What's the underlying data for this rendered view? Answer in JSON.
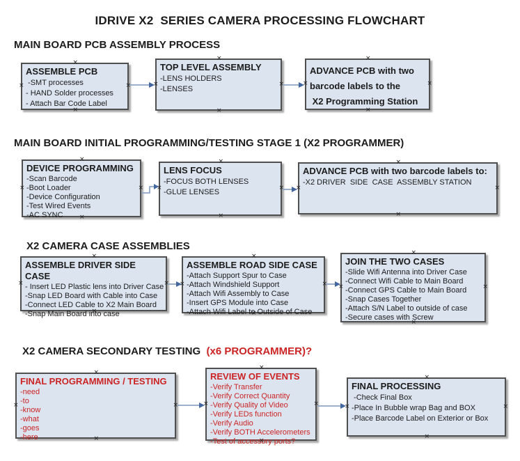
{
  "title": "IDRIVE X2  SERIES CAMERA PROCESSING FLOWCHART",
  "colors": {
    "text": "#1c1c1c",
    "red": "#cc2424",
    "box_fill": "#dce4f0",
    "box_border": "#4f4f4f",
    "shadow": "#a9a9a9",
    "arrow_line": "#8ea4c4",
    "arrow_head": "#4467a0"
  },
  "sections": [
    {
      "heading": "MAIN BOARD PCB ASSEMBLY PROCESS",
      "boxes": [
        {
          "title": "ASSEMBLE PCB",
          "items": [
            " -SMT processes",
            "- HAND Solder processes",
            "- Attach Bar Code Label"
          ]
        },
        {
          "title": "TOP LEVEL ASSEMBLY",
          "items": [
            "-LENS HOLDERS",
            "-LENSES"
          ]
        },
        {
          "title": "ADVANCE PCB with two barcode labels to the\n X2 Programming Station",
          "items": []
        }
      ]
    },
    {
      "heading": "MAIN BOARD INITIAL PROGRAMMING/TESTING STAGE 1 (X2 PROGRAMMER)",
      "boxes": [
        {
          "title": "DEVICE PROGRAMMING",
          "items": [
            "-Scan Barcode",
            "-Boot Loader",
            "-Device Configuration",
            "-Test Wired Events",
            "-AC SYNC"
          ]
        },
        {
          "title": "LENS FOCUS",
          "items": [
            "-FOCUS BOTH LENSES",
            "-GLUE LENSES"
          ]
        },
        {
          "title": "ADVANCE PCB with two barcode labels to:",
          "items": [
            "-X2 DRIVER  SIDE  CASE  ASSEMBLY STATION"
          ]
        }
      ]
    },
    {
      "heading": "X2 CAMERA CASE ASSEMBLIES",
      "boxes": [
        {
          "title": "ASSEMBLE DRIVER SIDE CASE",
          "items": [
            "- Insert LED Plastic lens into Driver Case",
            "-Snap LED Board with Cable into Case",
            "-Connect LED Cable to X2 Main Board",
            "-Snap Main Board into case"
          ]
        },
        {
          "title": "ASSEMBLE ROAD SIDE CASE",
          "items": [
            "-Attach Support Spur to Case",
            "-Attach Windshield Support",
            "-Attach Wifi Assembly to Case",
            "-Insert GPS Module into Case",
            "-Attach Wifi Label to Outside of Case"
          ]
        },
        {
          "title": "JOIN THE TWO CASES",
          "items": [
            "-Slide Wifi Antenna into Driver Case",
            "-Connect Wifi Cable to Main Board",
            "-Connect GPS Cable to Main Board",
            "-Snap Cases Together",
            "-Attach S/N Label to outside of case",
            "-Secure cases with Screw"
          ]
        }
      ]
    },
    {
      "heading": "X2 CAMERA SECONDARY TESTING",
      "heading_suffix": "  (x6 PROGRAMMER)?",
      "boxes": [
        {
          "title": "FINAL PROGRAMMING / TESTING",
          "items": [
            "-need",
            "-to",
            "-know",
            "-what",
            "-goes",
            "-here"
          ]
        },
        {
          "title": "REVIEW OF EVENTS",
          "items": [
            "-Verify Transfer",
            "-Verify Correct Quantity",
            "-Verify Quality of Video",
            "-Verify LEDs function",
            "-Verify Audio",
            "-Verify BOTH Accelerometers",
            "-Test of accessory ports?"
          ]
        },
        {
          "title": "FINAL PROCESSING",
          "items": [
            " -Check Final Box",
            "-Place In Bubble wrap Bag and BOX",
            "-Place Barcode Label on Exterior or Box"
          ]
        }
      ]
    }
  ],
  "connections": [
    {
      "from": "ASSEMBLE PCB",
      "to": "TOP LEVEL ASSEMBLY"
    },
    {
      "from": "TOP LEVEL ASSEMBLY",
      "to": "ADVANCE PCB with two barcode labels to the X2 Programming Station"
    },
    {
      "from": "DEVICE PROGRAMMING",
      "to": "LENS FOCUS"
    },
    {
      "from": "LENS FOCUS",
      "to": "ADVANCE PCB with two barcode labels to:"
    },
    {
      "from": "ASSEMBLE DRIVER SIDE CASE",
      "to": "ASSEMBLE ROAD SIDE CASE"
    },
    {
      "from": "ASSEMBLE ROAD SIDE CASE",
      "to": "JOIN THE TWO CASES"
    },
    {
      "from": "FINAL PROGRAMMING / TESTING",
      "to": "REVIEW OF EVENTS"
    },
    {
      "from": "REVIEW OF EVENTS",
      "to": "FINAL PROCESSING"
    }
  ]
}
